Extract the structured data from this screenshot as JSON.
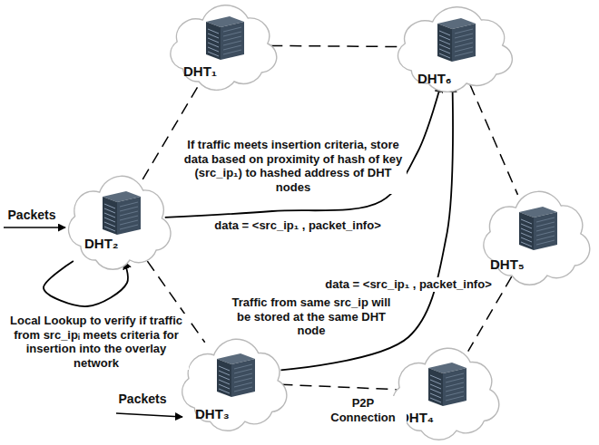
{
  "diagram": {
    "nodes": [
      {
        "text": [
          "DHT₁"
        ]
      },
      {
        "text": [
          "DHT₆"
        ]
      },
      {
        "text": [
          "DHT₂"
        ]
      },
      {
        "text": [
          "DHT₅"
        ]
      },
      {
        "text": [
          "DHT₃"
        ]
      },
      {
        "text": [
          "DHT₄"
        ]
      }
    ],
    "edges": [
      {
        "from": 0,
        "to": 1,
        "arrow": "none"
      },
      {
        "from": 2,
        "to": 0,
        "arrow": "none"
      },
      {
        "from": 1,
        "to": 3,
        "arrow": "none"
      },
      {
        "from": 2,
        "to": 4,
        "arrow": "none"
      },
      {
        "from": 4,
        "to": 5,
        "label": "P2P Connection",
        "arrow": "none"
      },
      {
        "from": 3,
        "to": 5,
        "arrow": "none"
      },
      {
        "from": 2,
        "to": 1,
        "label": "If traffic meets insertion criteria, store data based on proximity of hash of key (src_ip₁) to hashed address of DHT nodes",
        "arrow": "to"
      },
      {
        "from": 4,
        "to": 1,
        "label": "Traffic from same src_ip will be stored at the same DHT node",
        "arrow": "to"
      },
      {
        "from": 2,
        "to": 2,
        "label": "Local Lookup to verify if traffic from src_ipᵢ meets criteria for insertion into the overlay network",
        "arrow": "to"
      }
    ],
    "labels": [
      "Packets",
      "Packets",
      "data = <src_ip₁ , packet_info>",
      "data = <src_ip₁ , packet_info>"
    ]
  }
}
